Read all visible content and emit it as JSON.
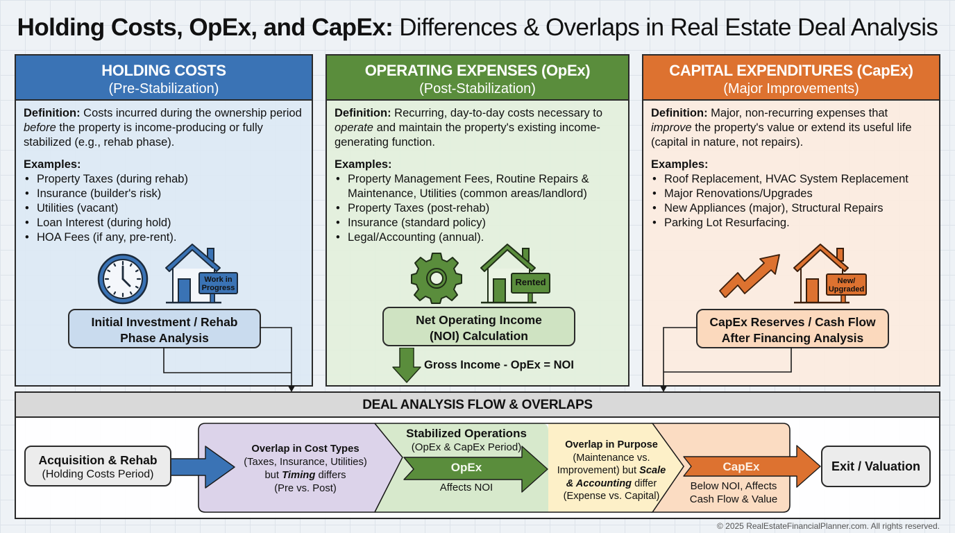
{
  "title": {
    "bold": "Holding Costs, OpEx, and CapEx:",
    "rest": "Differences & Overlaps in Real Estate Deal Analysis"
  },
  "colors": {
    "holding": "#3a73b5",
    "opex": "#5a8d3c",
    "capex": "#dd7230",
    "overlap_cost": "#dcd3ea",
    "overlap_purpose": "#fdf0c8"
  },
  "panels": {
    "holding": {
      "heading": "HOLDING COSTS",
      "subheading": "(Pre-Stabilization)",
      "definition_label": "Definition:",
      "definition_pre": "Costs incurred during the ownership period",
      "definition_em": "before",
      "definition_post": "the property is income-producing or fully stabilized (e.g., rehab phase).",
      "examples_label": "Examples:",
      "examples": [
        "Property Taxes (during rehab)",
        "Insurance (builder's risk)",
        "Utilities (vacant)",
        "Loan Interest (during hold)",
        "HOA Fees (if any, pre-rent)."
      ],
      "icons": [
        "clock-icon",
        "house-icon"
      ],
      "sign_line1": "Work in",
      "sign_line2": "Progress",
      "analysis_line1": "Initial Investment / Rehab",
      "analysis_line2": "Phase Analysis"
    },
    "opex": {
      "heading": "OPERATING EXPENSES (OpEx)",
      "subheading": "(Post-Stabilization)",
      "definition_label": "Definition:",
      "definition_pre": "Recurring, day-to-day costs necessary to",
      "definition_em": "operate",
      "definition_post": "and maintain the property's existing income-generating function.",
      "examples_label": "Examples:",
      "examples": [
        "Property Management Fees, Routine Repairs & Maintenance, Utilities (common areas/landlord)",
        "Property Taxes (post-rehab)",
        "Insurance (standard policy)",
        "Legal/Accounting (annual)."
      ],
      "icons": [
        "gear-icon",
        "house-icon"
      ],
      "sign_line1": "Rented",
      "analysis_line1": "Net Operating Income",
      "analysis_line2": "(NOI) Calculation",
      "formula": "Gross Income - OpEx = NOI"
    },
    "capex": {
      "heading": "CAPITAL EXPENDITURES (CapEx)",
      "subheading": "(Major Improvements)",
      "definition_label": "Definition:",
      "definition_pre": "Major, non-recurring expenses that",
      "definition_em": "improve",
      "definition_post": "the property's value or extend its useful life (capital in nature, not repairs).",
      "examples_label": "Examples:",
      "examples": [
        "Roof Replacement, HVAC System Replacement",
        "Major Renovations/Upgrades",
        "New Appliances (major), Structural Repairs",
        "Parking Lot Resurfacing."
      ],
      "icons": [
        "trend-up-arrow-icon",
        "house-icon"
      ],
      "sign_line1": "New/",
      "sign_line2": "Upgraded",
      "analysis_line1": "CapEx Reserves / Cash Flow",
      "analysis_line2": "After Financing Analysis"
    }
  },
  "flow": {
    "heading": "DEAL ANALYSIS FLOW & OVERLAPS",
    "start": {
      "line1": "Acquisition & Rehab",
      "line2": "(Holding Costs Period)"
    },
    "overlap_cost": {
      "title": "Overlap in Cost Types",
      "line2": "(Taxes, Insurance, Utilities)",
      "line3_pre": "but",
      "line3_em": "Timing",
      "line3_post": "differs",
      "line4": "(Pre vs. Post)"
    },
    "stabilized": {
      "title": "Stabilized Operations",
      "subtitle": "(OpEx & CapEx Period)",
      "arrow_label": "OpEx",
      "note": "Affects NOI"
    },
    "overlap_purpose": {
      "title": "Overlap in Purpose",
      "line2": "(Maintenance vs.",
      "line3_pre": "Improvement) but",
      "line3_em": "Scale",
      "line4_em": "& Accounting",
      "line4_post": "differ",
      "line5": "(Expense vs. Capital)"
    },
    "capex_stage": {
      "arrow_label": "CapEx",
      "note_line1": "Below NOI, Affects",
      "note_line2": "Cash Flow & Value"
    },
    "end": {
      "label": "Exit / Valuation"
    }
  },
  "footer": "© 2025 RealEstateFinancialPlanner.com. All rights reserved."
}
